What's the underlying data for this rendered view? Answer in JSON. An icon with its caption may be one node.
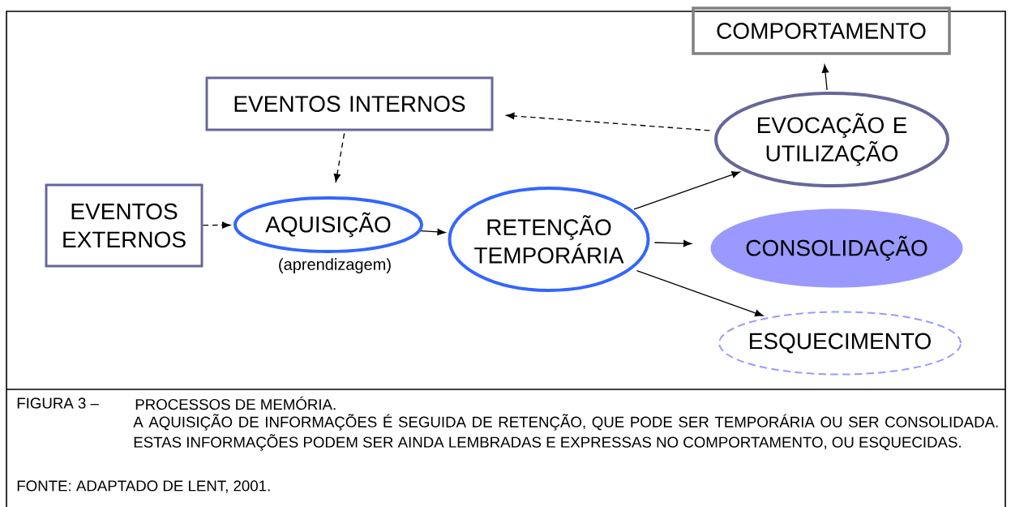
{
  "diagram": {
    "nodes": [
      {
        "text": [
          "COMPORTAMENTO"
        ]
      },
      {
        "text": [
          "EVENTOS INTERNOS"
        ]
      },
      {
        "text": [
          "EVOCAÇÃO E UTILIZAÇÃO"
        ]
      },
      {
        "text": [
          "EVENTOS EXTERNOS"
        ]
      },
      {
        "text": [
          "AQUISIÇÃO"
        ],
        "beside": [
          "(aprendizagem)"
        ]
      },
      {
        "text": [
          "RETENÇÃO TEMPORÁRIA"
        ]
      },
      {
        "text": [
          "CONSOLIDAÇÃO"
        ]
      },
      {
        "text": [
          "ESQUECIMENTO"
        ]
      }
    ],
    "edges": [
      {
        "from": 2,
        "to": 0,
        "arrow": "to"
      },
      {
        "from": 2,
        "to": 1,
        "arrow": "to",
        "style": "dashed"
      },
      {
        "from": 1,
        "to": 4,
        "arrow": "to",
        "style": "dashed"
      },
      {
        "from": 3,
        "to": 4,
        "arrow": "to",
        "style": "dashed"
      },
      {
        "from": 4,
        "to": 5,
        "arrow": "to"
      },
      {
        "from": 5,
        "to": 2,
        "arrow": "to"
      },
      {
        "from": 5,
        "to": 6,
        "arrow": "to"
      },
      {
        "from": 5,
        "to": 7,
        "arrow": "to"
      }
    ],
    "labels": [
      "FIGURA 3 –",
      "PROCESSOS DE MEMÓRIA.",
      "A AQUISIÇÃO DE INFORMAÇÕES É SEGUIDA DE RETENÇÃO, QUE PODE SER TEMPORÁRIA OU SER CONSOLIDADA. ESTAS INFORMAÇÕES PODEM SER AINDA LEMBRADAS E EXPRESSAS NO COMPORTAMENTO, OU ESQUECIDAS.",
      "FONTE: ADAPTADO DE LENT, 2001."
    ]
  }
}
